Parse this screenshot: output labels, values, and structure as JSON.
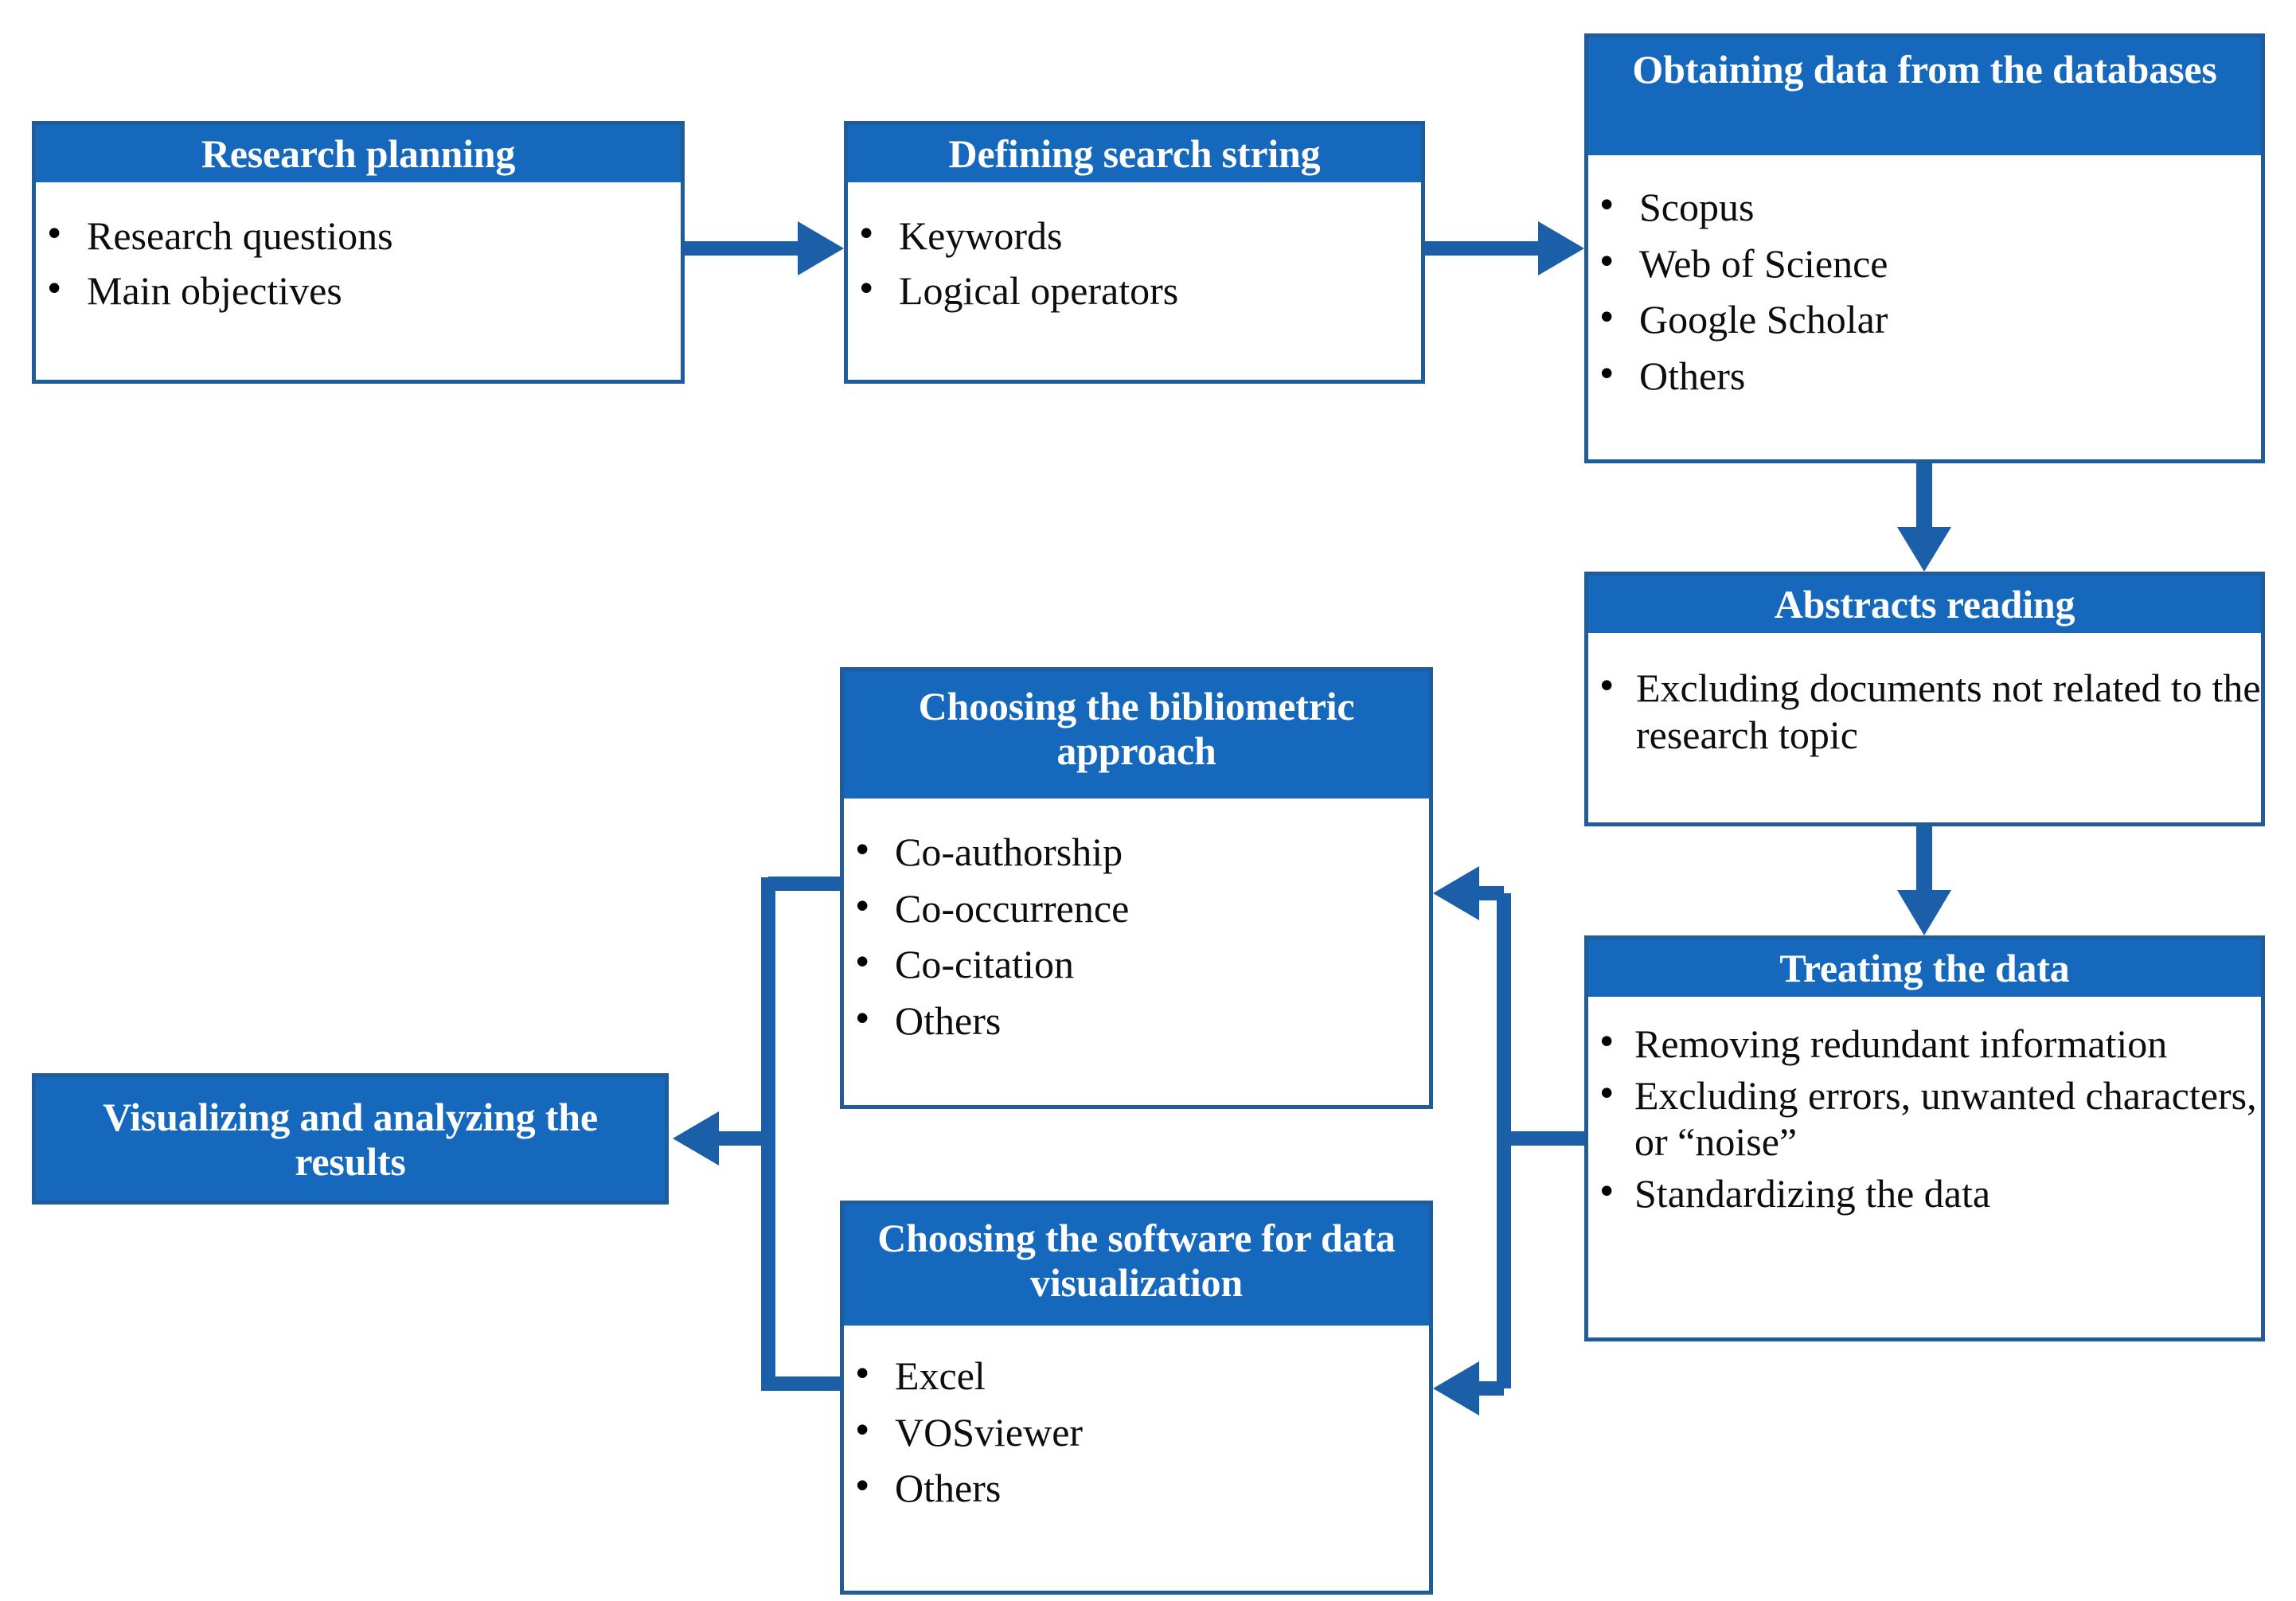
{
  "diagram": {
    "title": "Bibliometric research methodology flowchart",
    "colors": {
      "header_blue": "#1668BD",
      "border_blue": "#1F5C99",
      "connector_blue": "#1B5FA8",
      "body_white": "#FFFFFF",
      "text_dark": "#0D0D0D",
      "text_light": "#FFFFFF"
    }
  },
  "nodes": {
    "research_planning": {
      "title": "Research planning",
      "items": [
        "Research questions",
        "Main objectives"
      ]
    },
    "search_string": {
      "title": "Defining search string",
      "items": [
        "Keywords",
        "Logical operators"
      ]
    },
    "obtaining_data": {
      "title": "Obtaining data from the databases",
      "items": [
        "Scopus",
        "Web of Science",
        "Google Scholar",
        "Others"
      ]
    },
    "abstracts_reading": {
      "title": "Abstracts reading",
      "items": [
        "Excluding documents not related to the research topic"
      ]
    },
    "treating_data": {
      "title": "Treating the data",
      "items": [
        "Removing redundant information",
        "Excluding errors, unwanted characters, or “noise”",
        " Standardizing the data"
      ]
    },
    "bibliometric_approach": {
      "title": "Choosing the bibliometric approach",
      "items": [
        "Co-authorship",
        "Co-occurrence",
        "Co-citation",
        "Others"
      ]
    },
    "software_visualization": {
      "title": "Choosing the software for data visualization",
      "items": [
        "Excel",
        "VOSviewer",
        "Others"
      ]
    },
    "visualizing_results": {
      "title": "Visualizing and analyzing the results",
      "items": []
    }
  },
  "edges": [
    {
      "id": "e1",
      "from": "research_planning",
      "to": "search_string",
      "direction": "right"
    },
    {
      "id": "e2",
      "from": "search_string",
      "to": "obtaining_data",
      "direction": "right"
    },
    {
      "id": "e3",
      "from": "obtaining_data",
      "to": "abstracts_reading",
      "direction": "down"
    },
    {
      "id": "e4",
      "from": "abstracts_reading",
      "to": "treating_data",
      "direction": "down"
    },
    {
      "id": "e5",
      "from": "treating_data",
      "to": "bibliometric_approach",
      "direction": "left"
    },
    {
      "id": "e6",
      "from": "treating_data",
      "to": "software_visualization",
      "direction": "left"
    },
    {
      "id": "e7",
      "from": "bibliometric_approach",
      "to": "visualizing_results",
      "direction": "left"
    },
    {
      "id": "e8",
      "from": "software_visualization",
      "to": "visualizing_results",
      "direction": "left"
    }
  ]
}
